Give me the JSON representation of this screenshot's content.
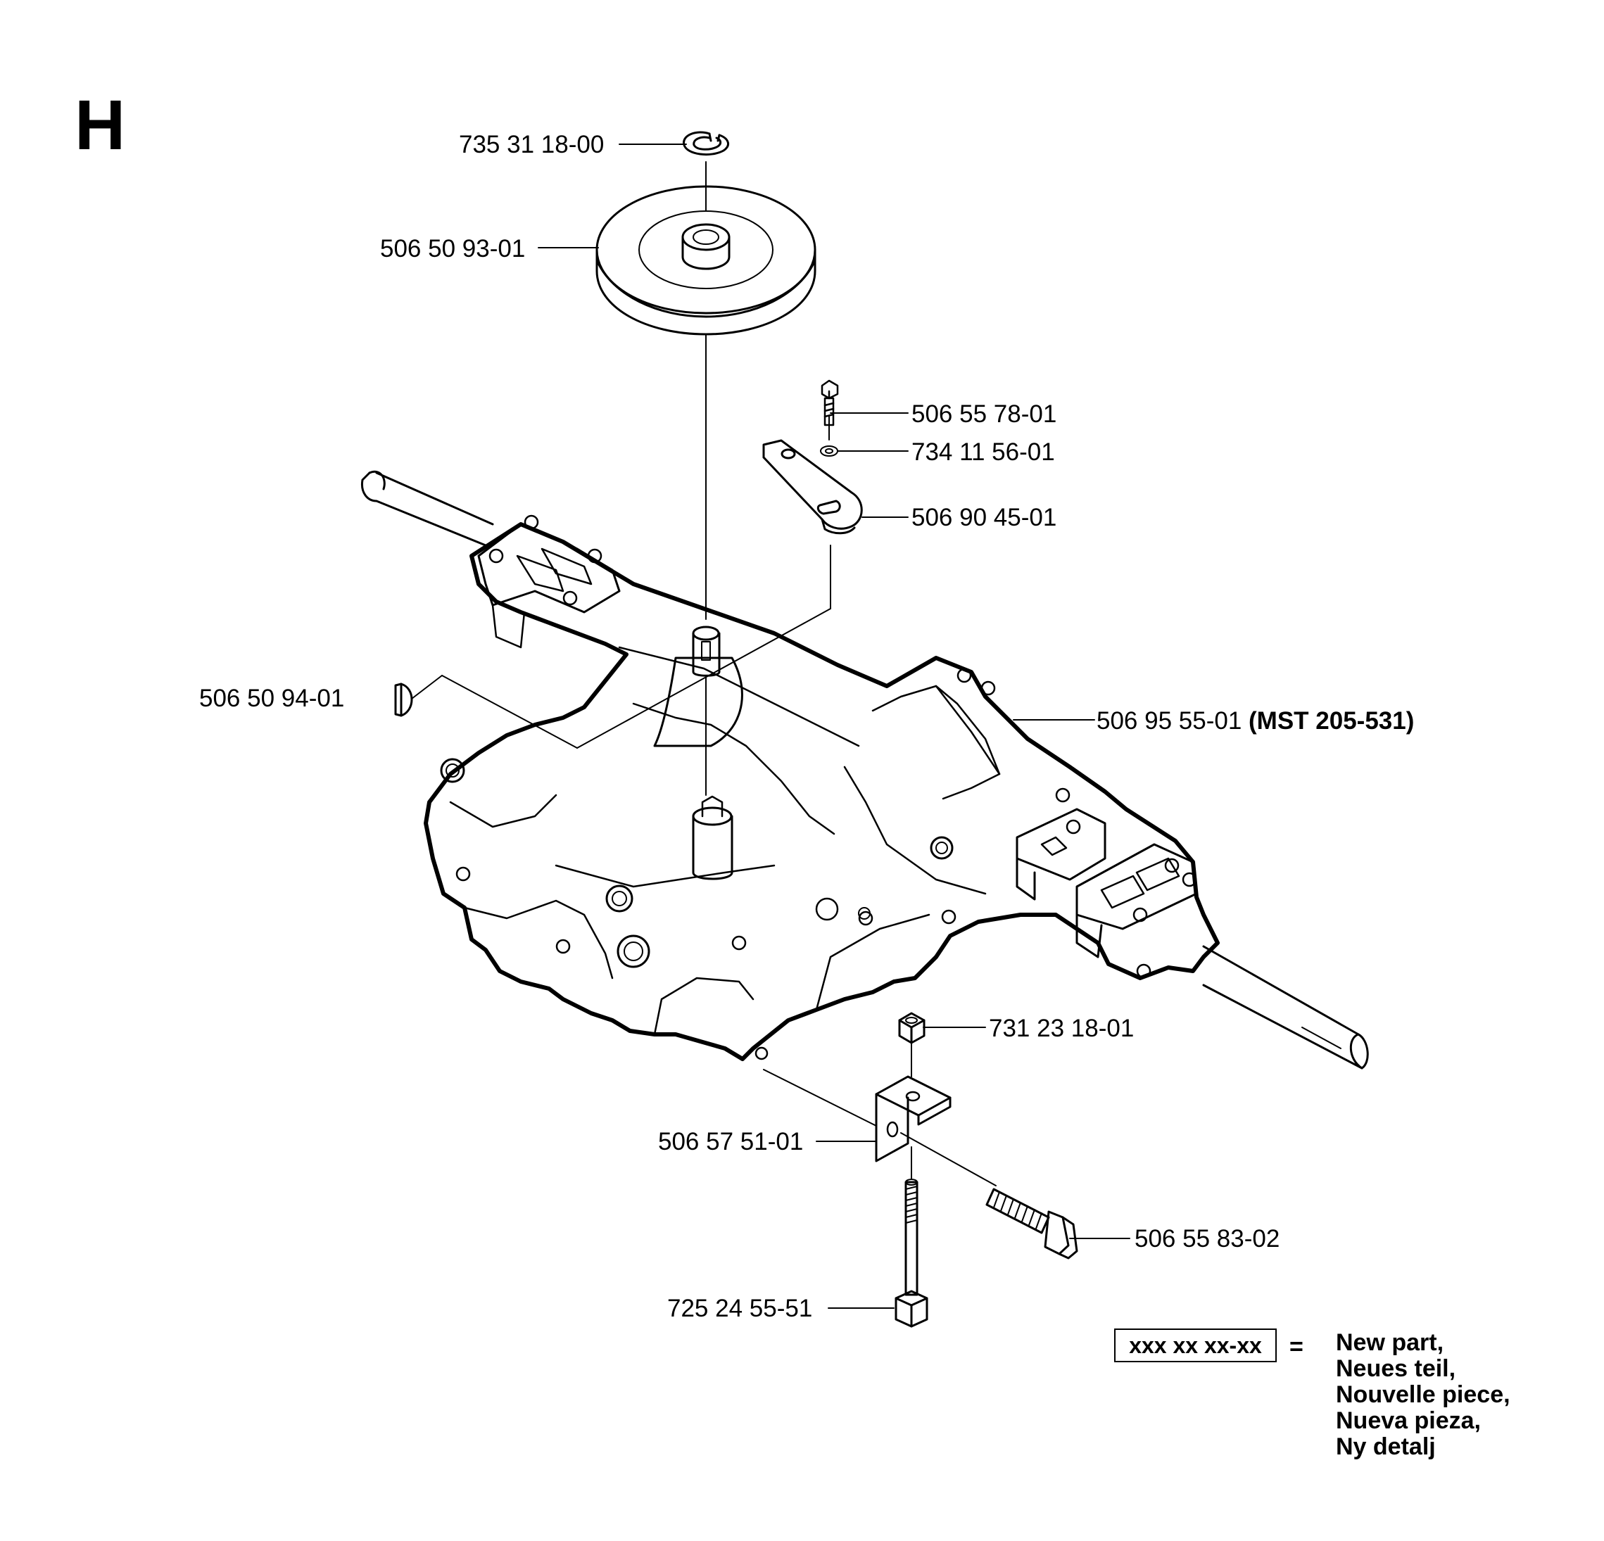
{
  "section_letter": "H",
  "parts": {
    "retaining_ring": "735 31 18-00",
    "pulley": "506 50 93-01",
    "bolt_top": "506 55 78-01",
    "washer": "734 11 56-01",
    "arm": "506 90 45-01",
    "key": "506 50 94-01",
    "transaxle": "506 95 55-01",
    "transaxle_suffix": "(MST 205-531)",
    "nut": "731 23 18-01",
    "bracket": "506 57 51-01",
    "bolt_side": "506 55 83-02",
    "bolt_bottom": "725 24 55-51"
  },
  "legend": {
    "box": "xxx xx xx-xx",
    "equals": "=",
    "lines": [
      "New part,",
      "Neues teil,",
      "Nouvelle piece,",
      "Nueva pieza,",
      "Ny detalj"
    ]
  }
}
